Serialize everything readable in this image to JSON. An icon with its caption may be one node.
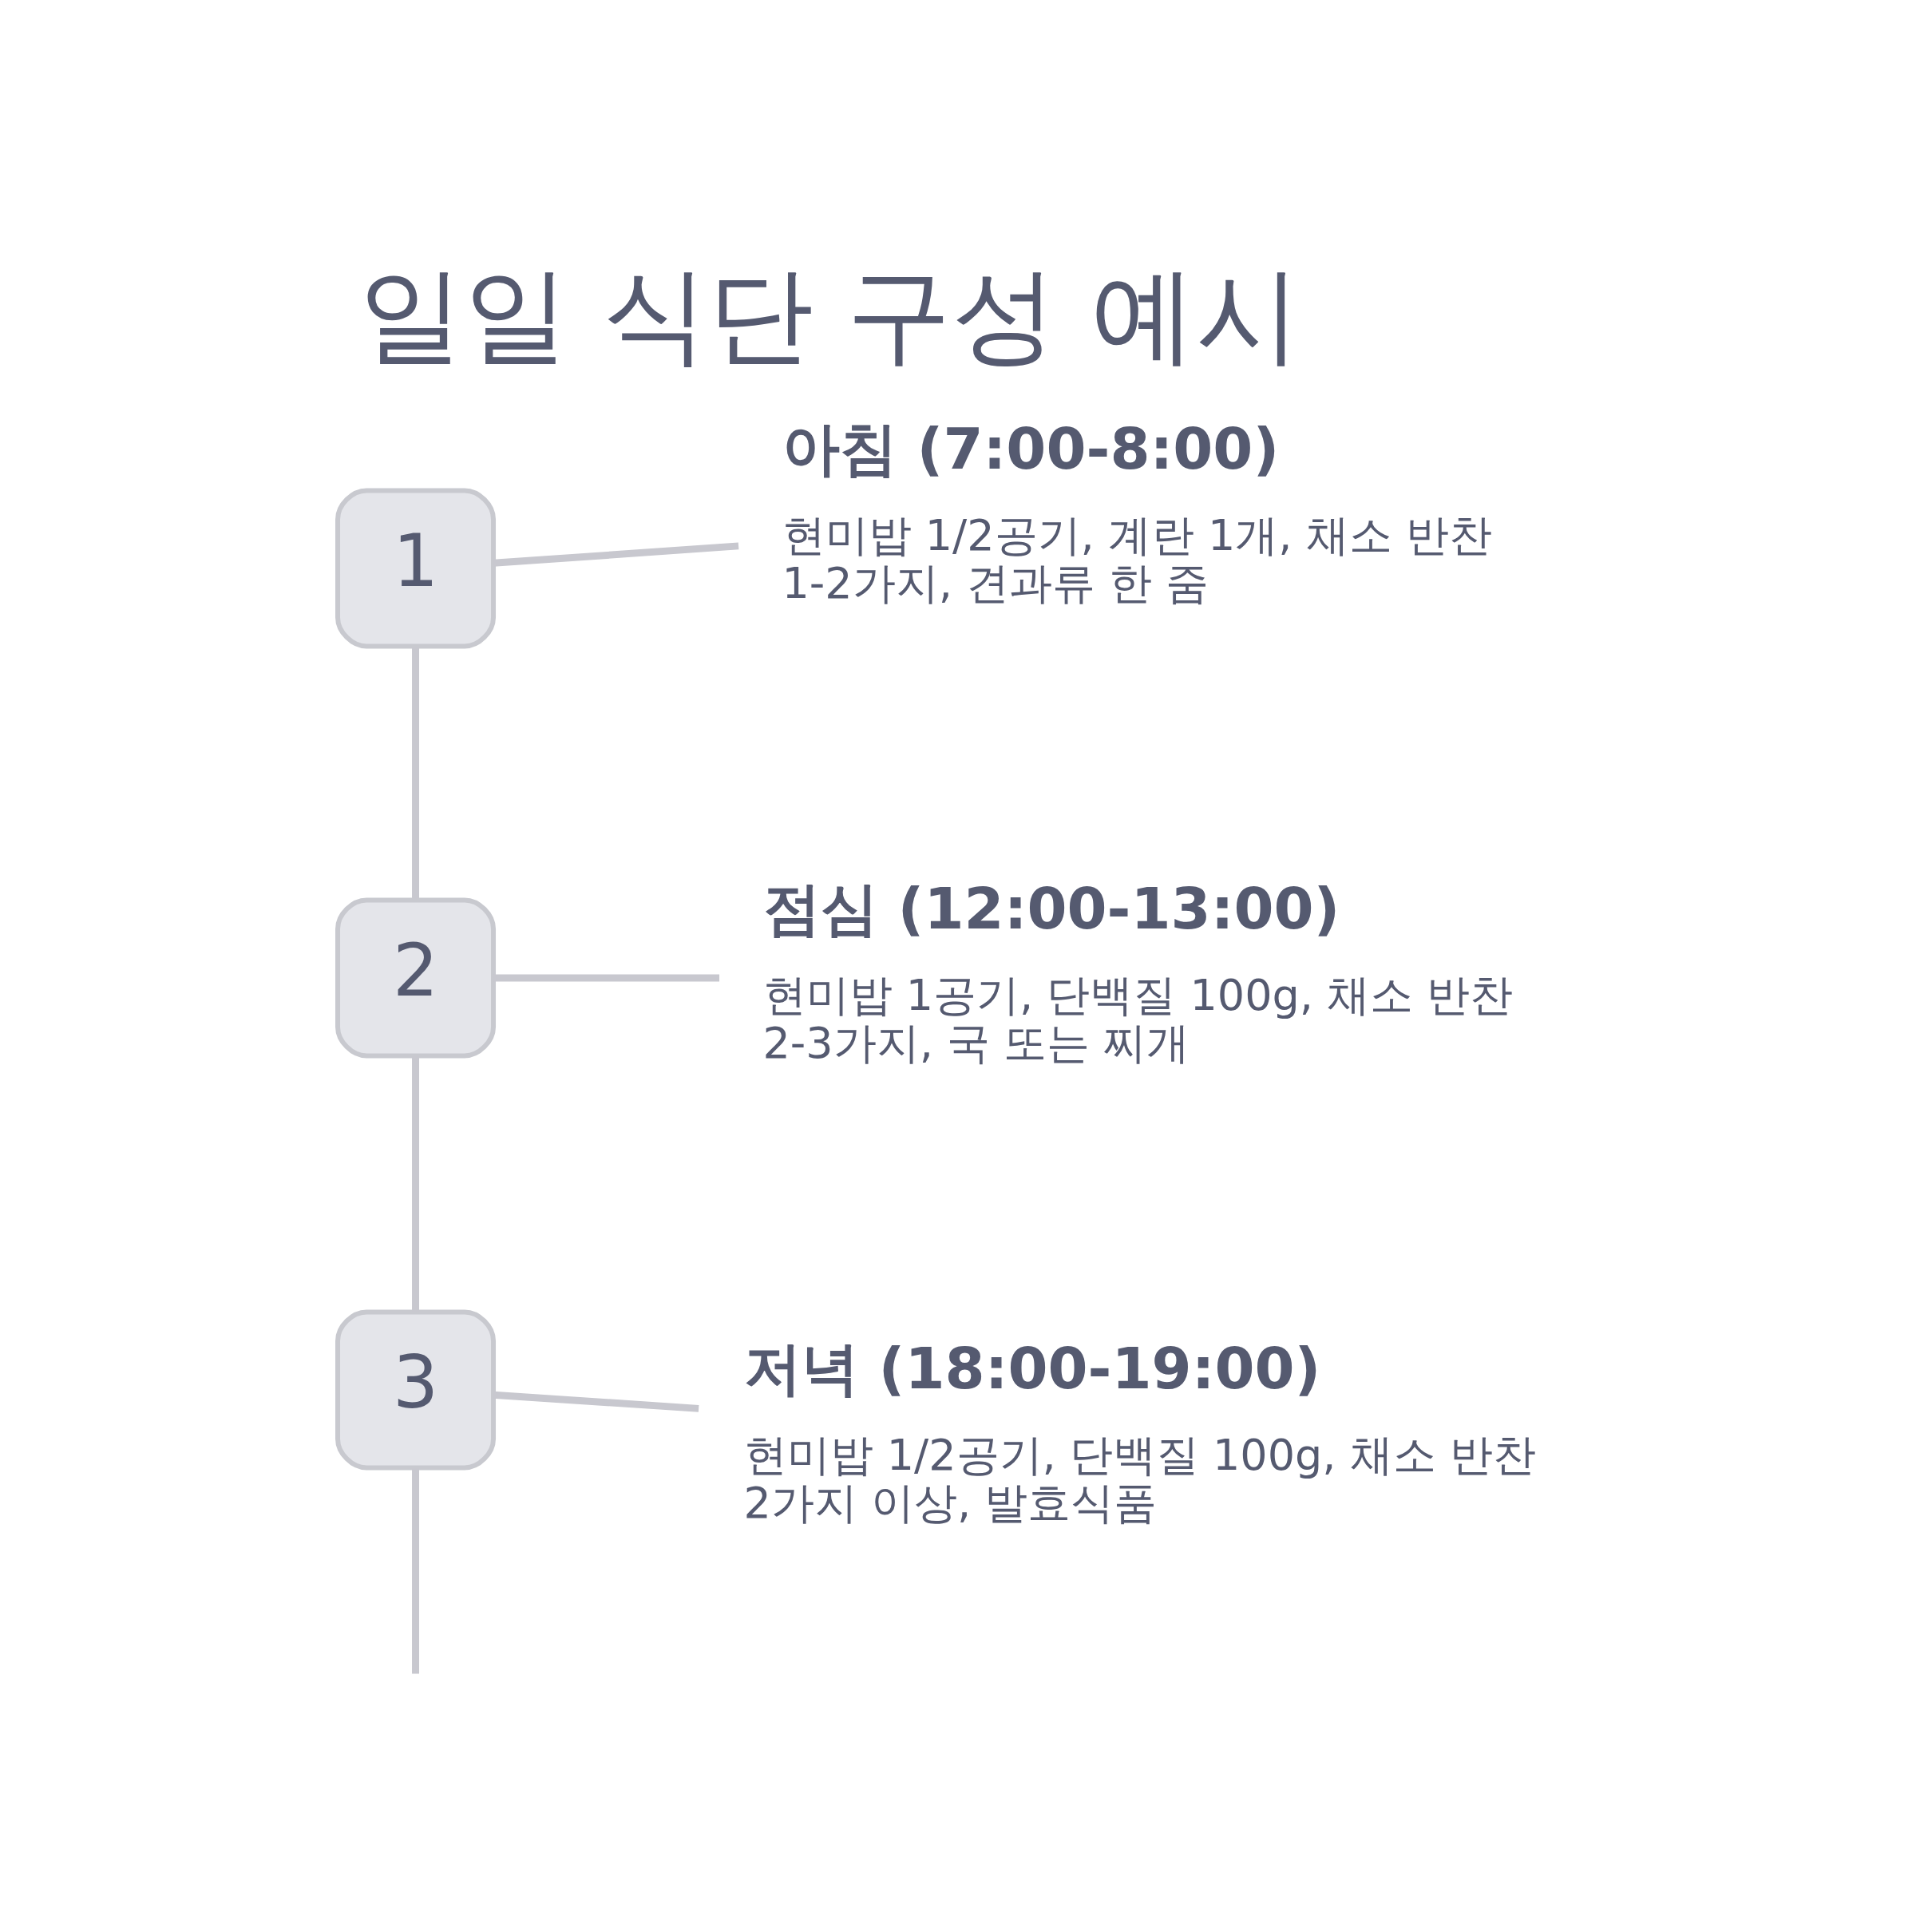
{
  "diagram": {
    "title": "일일 식단 구성 예시",
    "nodes": [
      {
        "text": [
          "1"
        ]
      },
      {
        "text": [
          "아침 (7:00-8:00)",
          "현미밥 1/2공기, 계란 1개, 채소 반찬 1-2가지, 견과류 한 줌"
        ]
      },
      {
        "text": [
          "2"
        ]
      },
      {
        "text": [
          "점심 (12:00-13:00)",
          "현미밥 1공기, 단백질 100g, 채소 반찬 2-3가지, 국 또는 찌개"
        ]
      },
      {
        "text": [
          "3"
        ]
      },
      {
        "text": [
          "저녁 (18:00-19:00)",
          "현미밥 1/2공기, 단백질 100g, 채소 반찬 2가지 이상, 발효식품"
        ]
      }
    ],
    "edges": [
      {
        "from": 0,
        "to": 1,
        "arrow": "none"
      },
      {
        "from": 0,
        "to": 2,
        "arrow": "none"
      },
      {
        "from": 2,
        "to": 3,
        "arrow": "none"
      },
      {
        "from": 2,
        "to": 4,
        "arrow": "none"
      },
      {
        "from": 4,
        "to": 5,
        "arrow": "none"
      },
      {
        "from": 4,
        "to": null,
        "arrow": "none"
      }
    ]
  }
}
